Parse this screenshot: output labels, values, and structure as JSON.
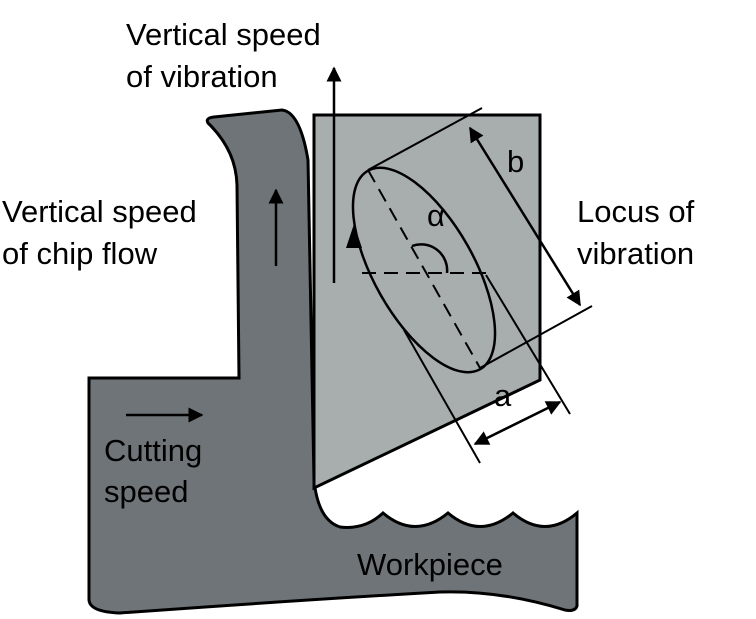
{
  "labels": {
    "vertical_speed_vibration": [
      "Vertical speed",
      "of vibration"
    ],
    "vertical_speed_chip": [
      "Vertical speed",
      "of chip flow"
    ],
    "locus": [
      "Locus of",
      "vibration"
    ],
    "cutting_speed": [
      "Cutting",
      "speed"
    ],
    "workpiece": "Workpiece",
    "b": "b",
    "a": "a",
    "alpha": "α"
  },
  "colors": {
    "chip_workpiece": "#6e7477",
    "tool": "#a8adae",
    "stroke": "#000000"
  }
}
